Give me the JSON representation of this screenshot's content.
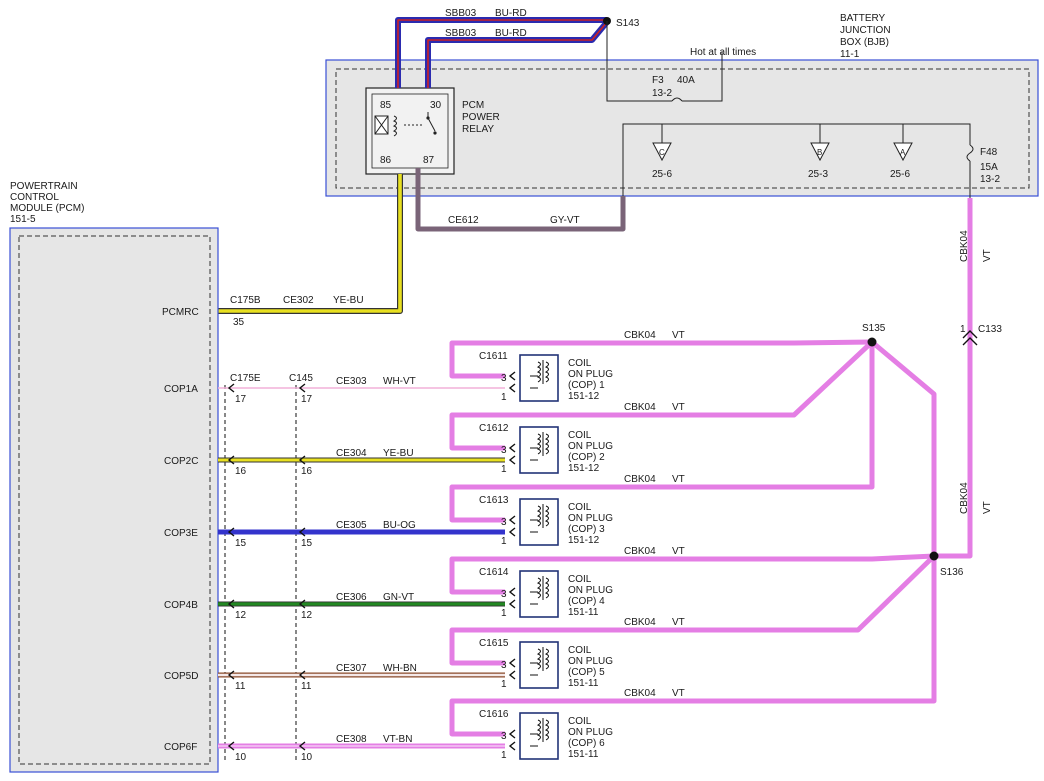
{
  "colors": {
    "box_border": "#3a4fd6",
    "dashed": "#333333",
    "bjb_fill": "#e6e6e6",
    "vt": "#e47ee4",
    "bu": "#3333cc",
    "bu_rd_outer": "#2b2bb0",
    "bu_rd_inner": "#cc2222",
    "ye": "#e8e020",
    "gy_vt": "#7a6478",
    "gn": "#228822",
    "wh": "#f2c0c0",
    "bn": "#8a4a2a"
  },
  "bjb": {
    "title_line1": "BATTERY",
    "title_line2": "JUNCTION",
    "title_line3": "BOX (BJB)",
    "title_ref": "11-1",
    "hot_label": "Hot at all times",
    "fuse_f3_id": "F3",
    "fuse_f3_rating": "40A",
    "fuse_f3_ref": "13-2",
    "fuse_f48_id": "F48",
    "fuse_f48_rating": "15A",
    "fuse_f48_ref": "13-2",
    "tri_c": "C",
    "tri_b": "B",
    "tri_a": "A",
    "tri_c_ref": "25-6",
    "tri_b_ref": "25-3",
    "tri_a_ref": "25-6"
  },
  "relay": {
    "label_line1": "PCM",
    "label_line2": "POWER",
    "label_line3": "RELAY",
    "pin_85": "85",
    "pin_30": "30",
    "pin_86": "86",
    "pin_87": "87"
  },
  "splices": {
    "s143": "S143",
    "s135": "S135",
    "s136": "S136",
    "c133": "C133",
    "c133_pin": "1"
  },
  "top_wires": {
    "sbb03_a_circuit": "SBB03",
    "sbb03_a_color": "BU-RD",
    "sbb03_b_circuit": "SBB03",
    "sbb03_b_color": "BU-RD",
    "ce612_circuit": "CE612",
    "ce612_color": "GY-VT"
  },
  "cbk04_vertical": {
    "upper_circuit": "CBK04",
    "upper_color": "VT",
    "lower_circuit": "CBK04",
    "lower_color": "VT"
  },
  "pcm": {
    "title_line1": "POWERTRAIN",
    "title_line2": "CONTROL",
    "title_line3": "MODULE (PCM)",
    "title_ref": "151-5",
    "pcmrc_label": "PCMRC",
    "pcmrc_connector": "C175B",
    "pcmrc_pin": "35",
    "pcmrc_circuit": "CE302",
    "pcmrc_color": "YE-BU",
    "c175e": "C175E",
    "c145": "C145"
  },
  "coils": [
    {
      "pin_name": "COP1A",
      "pcm_pin": "17",
      "c145_pin": "17",
      "circuit": "CE303",
      "color_code": "WH-VT",
      "connector": "C1611",
      "l1": "COIL",
      "l2": "ON PLUG",
      "l3": "(COP) 1",
      "ref": "151-12",
      "supply_circuit": "CBK04",
      "supply_color": "VT",
      "pin3": "3",
      "pin1": "1"
    },
    {
      "pin_name": "COP2C",
      "pcm_pin": "16",
      "c145_pin": "16",
      "circuit": "CE304",
      "color_code": "YE-BU",
      "connector": "C1612",
      "l1": "COIL",
      "l2": "ON PLUG",
      "l3": "(COP) 2",
      "ref": "151-12",
      "supply_circuit": "CBK04",
      "supply_color": "VT",
      "pin3": "3",
      "pin1": "1"
    },
    {
      "pin_name": "COP3E",
      "pcm_pin": "15",
      "c145_pin": "15",
      "circuit": "CE305",
      "color_code": "BU-OG",
      "connector": "C1613",
      "l1": "COIL",
      "l2": "ON PLUG",
      "l3": "(COP) 3",
      "ref": "151-12",
      "supply_circuit": "CBK04",
      "supply_color": "VT",
      "pin3": "3",
      "pin1": "1"
    },
    {
      "pin_name": "COP4B",
      "pcm_pin": "12",
      "c145_pin": "12",
      "circuit": "CE306",
      "color_code": "GN-VT",
      "connector": "C1614",
      "l1": "COIL",
      "l2": "ON PLUG",
      "l3": "(COP) 4",
      "ref": "151-11",
      "supply_circuit": "CBK04",
      "supply_color": "VT",
      "pin3": "3",
      "pin1": "1"
    },
    {
      "pin_name": "COP5D",
      "pcm_pin": "11",
      "c145_pin": "11",
      "circuit": "CE307",
      "color_code": "WH-BN",
      "connector": "C1615",
      "l1": "COIL",
      "l2": "ON PLUG",
      "l3": "(COP) 5",
      "ref": "151-11",
      "supply_circuit": "CBK04",
      "supply_color": "VT",
      "pin3": "3",
      "pin1": "1"
    },
    {
      "pin_name": "COP6F",
      "pcm_pin": "10",
      "c145_pin": "10",
      "circuit": "CE308",
      "color_code": "VT-BN",
      "connector": "C1616",
      "l1": "COIL",
      "l2": "ON PLUG",
      "l3": "(COP) 6",
      "ref": "151-11",
      "supply_circuit": "CBK04",
      "supply_color": "VT",
      "pin3": "3",
      "pin1": "1"
    }
  ]
}
